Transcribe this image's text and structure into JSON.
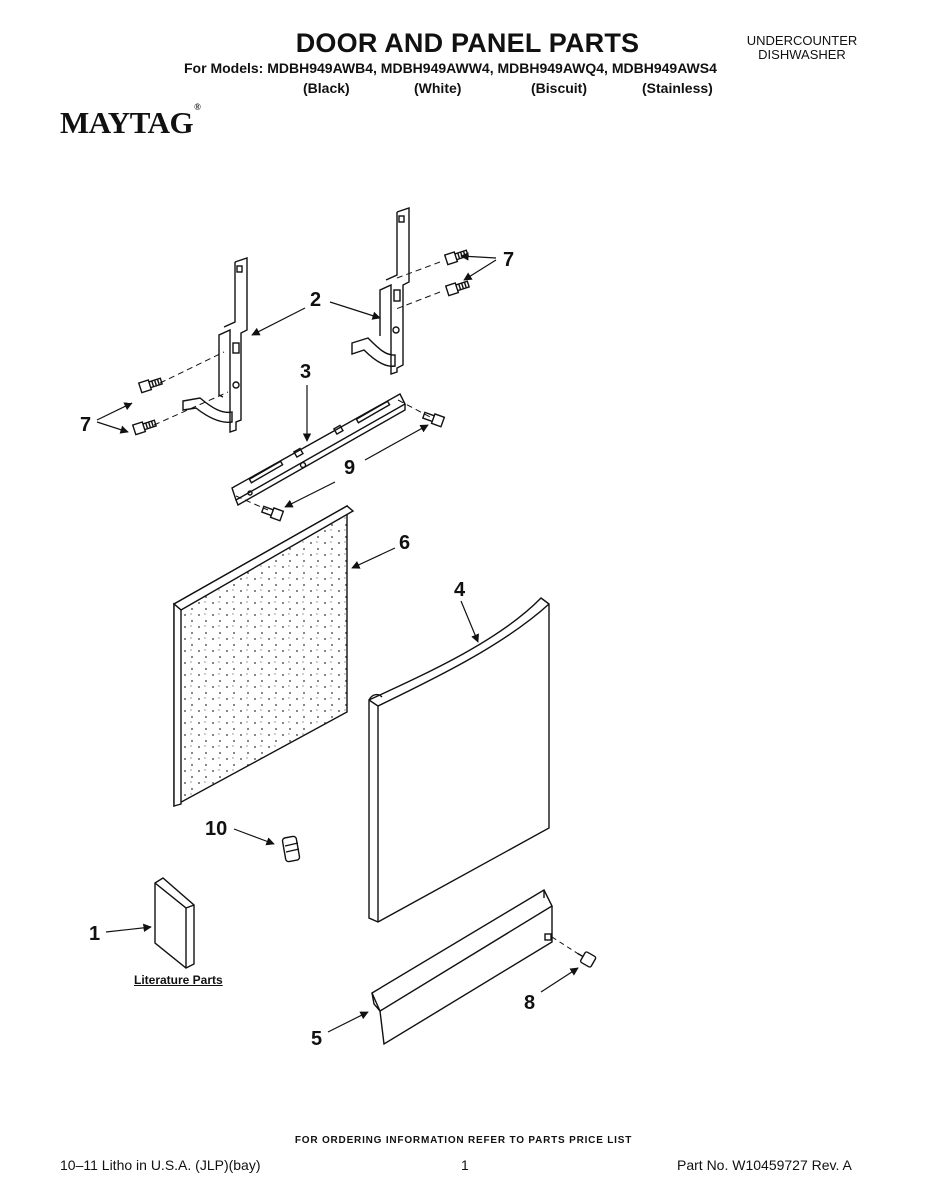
{
  "header": {
    "title": "DOOR AND PANEL PARTS",
    "category_line1": "UNDERCOUNTER",
    "category_line2": "DISHWASHER",
    "models_line": "For Models: MDBH949AWB4, MDBH949AWW4, MDBH949AWQ4, MDBH949AWS4",
    "colors": [
      "(Black)",
      "(White)",
      "(Biscuit)",
      "(Stainless)"
    ],
    "brand": "MAYTAG",
    "brand_mark": "®"
  },
  "diagram": {
    "callouts": [
      "7",
      "2",
      "7",
      "3",
      "9",
      "6",
      "4",
      "10",
      "1",
      "5",
      "8"
    ],
    "literature_label": "Literature Parts"
  },
  "footer": {
    "ordering_note": "FOR ORDERING INFORMATION REFER TO PARTS PRICE LIST",
    "print_info": "10–11 Litho in U.S.A. (JLP)(bay)",
    "page_number": "1",
    "part_number": "Part No. W10459727 Rev. A"
  }
}
